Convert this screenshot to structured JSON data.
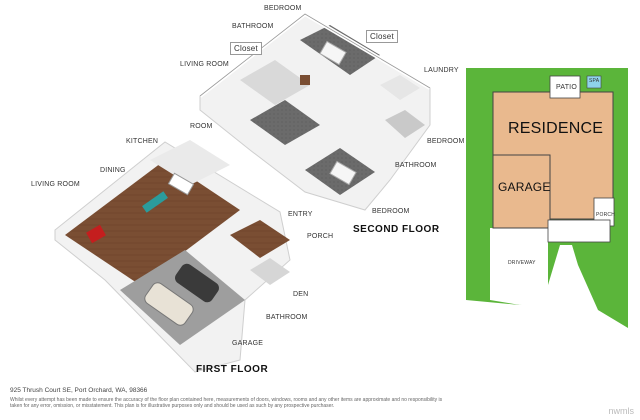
{
  "labels": {
    "bedroom_top": "BEDROOM",
    "bathroom_top": "BATHROOM",
    "closet_left": "Closet",
    "closet_right": "Closet",
    "living_room_upper": "LIVING ROOM",
    "laundry": "LAUNDRY",
    "room": "ROOM",
    "bedroom_right": "BEDROOM",
    "bathroom_mid": "BATHROOM",
    "bedroom_lower": "BEDROOM",
    "second_floor": "SECOND FLOOR",
    "kitchen": "KITCHEN",
    "dining": "DINING",
    "living_room_lower": "LIVING ROOM",
    "entry": "ENTRY",
    "porch": "PORCH",
    "den": "DEN",
    "bathroom_lower": "BATHROOM",
    "garage_label": "GARAGE",
    "first_floor": "FIRST FLOOR"
  },
  "site_plan": {
    "patio": "PATIO",
    "spa": "SPA",
    "residence": "RESIDENCE",
    "garage": "GARAGE",
    "porch": "PORCH",
    "driveway": "DRIVEWAY",
    "colors": {
      "lawn": "#5bb53a",
      "house": "#e9b98e",
      "driveway": "#ffffff",
      "spa": "#8fd3ea"
    }
  },
  "footer": {
    "address": "925 Thrush Court SE, Port Orchard, WA, 98366",
    "disclaimer": "Whilst every attempt has been made to ensure the accuracy of the floor plan contained here, measurements of doors, windows, rooms and any other items are approximate and no responsibility is taken for any error, omission, or misstatement. This plan is for illustrative purposes only and should be used as such by any prospective purchaser.",
    "watermark": "nwmls"
  }
}
